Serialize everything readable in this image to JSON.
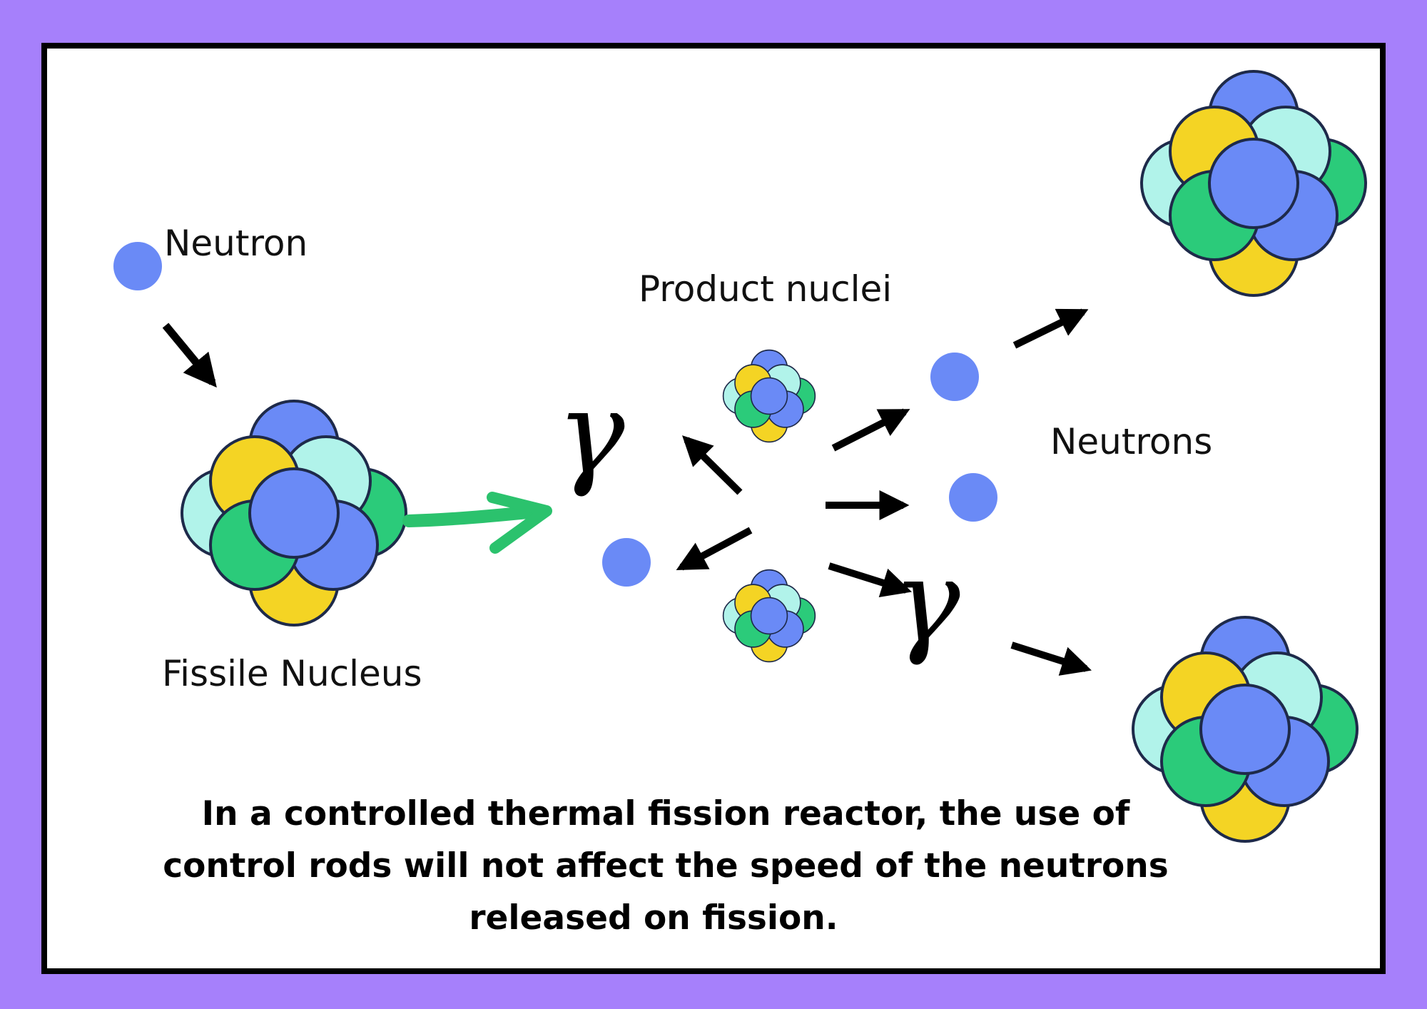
{
  "labels": {
    "neutron": "Neutron",
    "fissile_nucleus": "Fissile Nucleus",
    "product_nuclei": "Product nuclei",
    "neutrons": "Neutrons"
  },
  "gamma_symbol": "γ",
  "caption": [
    "In a controlled thermal fission reactor, the use of",
    "control rods will not affect the  speed of the neutrons",
    "released on fission."
  ],
  "colors": {
    "page_border": "#a680fb",
    "frame_border": "#000000",
    "neutron_blue": "#6a8af6",
    "nucleon_yellow": "#f4d424",
    "nucleon_mint": "#b1f3ea",
    "nucleon_green": "#2bcb7a",
    "incoming_arrow": "#2bc26d"
  },
  "icon_names": [
    "neutron-icon",
    "nucleus-icon",
    "arrow-icon",
    "gamma-icon"
  ]
}
